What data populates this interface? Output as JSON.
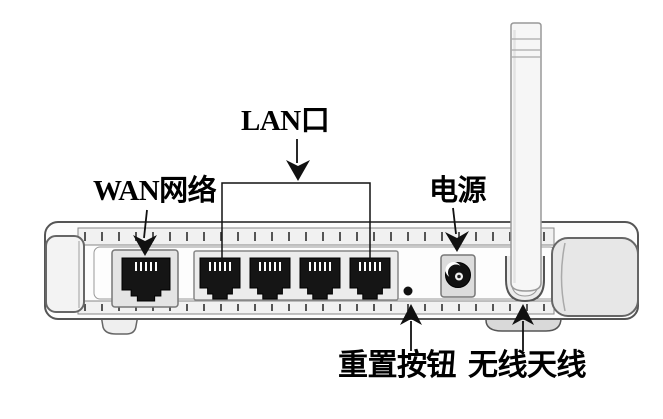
{
  "diagram": {
    "device": "wireless-router-rear-panel",
    "lan_port_count": 4,
    "labels": {
      "lan": "LAN口",
      "wan": "WAN网络",
      "power": "电源",
      "reset": "重置按钮",
      "antenna": "无线天线"
    },
    "colors": {
      "ink": "#111111",
      "outline": "#555555",
      "body_fill": "#fcfcfc",
      "band_fill": "#f1f1f1",
      "panel_fill": "#e8e8e8",
      "cap_fill": "#e7e7e7",
      "port_fill": "#151515",
      "pin_color": "#ffffff"
    }
  }
}
